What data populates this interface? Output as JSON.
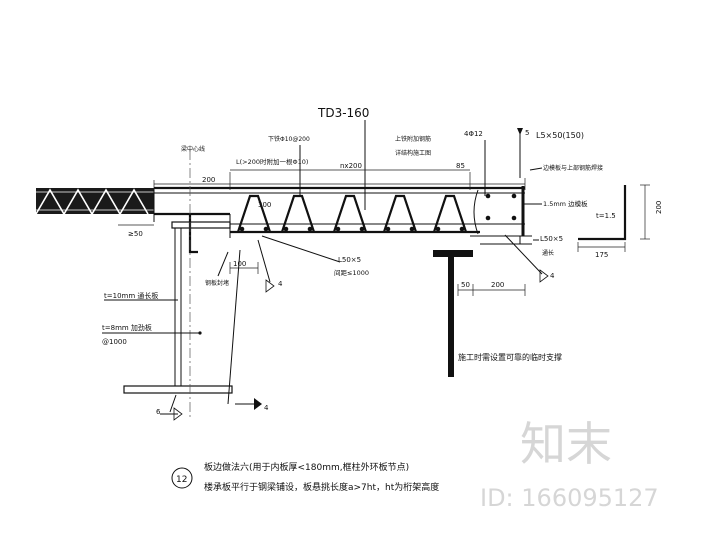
{
  "drawing_title": "TD3-160",
  "labels": {
    "beam_centerline": "梁中心线",
    "bottom_bars": "下铁Φ10@200",
    "span_bar_note": "L(>200时附加一根Φ10)",
    "top_bars": "上铁附加钢筋",
    "see_drawing": "详结构施工图",
    "bar_4phi12": "4Φ12",
    "angle_note": "L5×50(150)",
    "edge_plate_note": "边模板与上部钢筋焊接",
    "edge_plate_thickness": "1.5mm 边模板",
    "plate_t": "t=1.5",
    "angle_l50x5_right": "L50×5",
    "angle_long": "通长",
    "angle_l50x5_mid": "L50×5",
    "spacing_note": "间距≤1000",
    "weld": "钢板封堵",
    "long_plate": "t=10mm 通长板",
    "stiffener": "t=8mm 加劲板",
    "stiffener_spacing": "@1000",
    "temp_support": "施工时需设置可靠的临时支撑"
  },
  "dimensions": {
    "d200_left": "200",
    "d_nx200": "nx200",
    "d85": "85",
    "d300": "300",
    "d50_left": "≥50",
    "d100": "100",
    "d50_bottom": "50",
    "d200_bottom": "200",
    "d200_vertical": "200",
    "d175": "175"
  },
  "section_marks": {
    "mark_4_right": "4",
    "mark_4_mid": "4",
    "mark_4_low": "4",
    "mark_6": "6",
    "mark_5": "5"
  },
  "note": {
    "number": "12",
    "line1": "板边做法六(用于内板厚<180mm,框柱外环板节点)",
    "line2": "楼承板平行于钢梁铺设，板悬挑长度a>7ht，ht为桁架高度"
  },
  "watermark": {
    "logo": "知末",
    "id_text": "ID: 166095127"
  }
}
